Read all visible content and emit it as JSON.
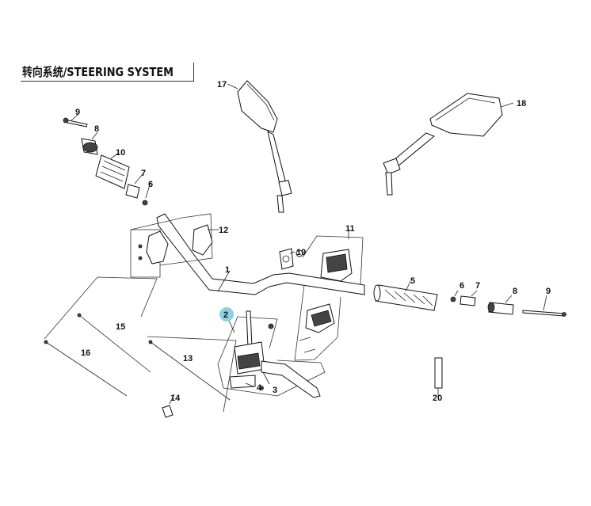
{
  "title": "转向系统/STEERING SYSTEM",
  "callouts": [
    {
      "id": "c1",
      "text": "1"
    },
    {
      "id": "c2",
      "text": "2"
    },
    {
      "id": "c3",
      "text": "3"
    },
    {
      "id": "c4",
      "text": "4"
    },
    {
      "id": "c5",
      "text": "5"
    },
    {
      "id": "c6l",
      "text": "6"
    },
    {
      "id": "c6r",
      "text": "6"
    },
    {
      "id": "c7l",
      "text": "7"
    },
    {
      "id": "c7r",
      "text": "7"
    },
    {
      "id": "c8l",
      "text": "8"
    },
    {
      "id": "c8r",
      "text": "8"
    },
    {
      "id": "c9l",
      "text": "9"
    },
    {
      "id": "c9r",
      "text": "9"
    },
    {
      "id": "c10",
      "text": "10"
    },
    {
      "id": "c11",
      "text": "11"
    },
    {
      "id": "c12",
      "text": "12"
    },
    {
      "id": "c13",
      "text": "13"
    },
    {
      "id": "c14",
      "text": "14"
    },
    {
      "id": "c15",
      "text": "15"
    },
    {
      "id": "c16",
      "text": "16"
    },
    {
      "id": "c17",
      "text": "17"
    },
    {
      "id": "c18",
      "text": "18"
    },
    {
      "id": "c19",
      "text": "19"
    },
    {
      "id": "c20",
      "text": "20"
    }
  ],
  "colors": {
    "highlight": "#8fcfe0",
    "line": "#222222"
  }
}
